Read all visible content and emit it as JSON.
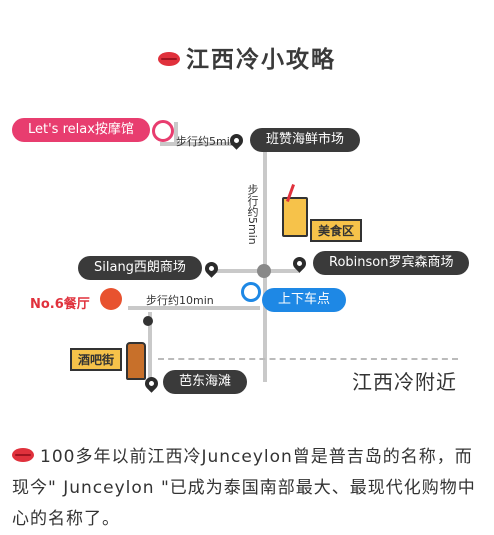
{
  "title": "江西冷小攻略",
  "map": {
    "letsrelax": "Let's relax按摩馆",
    "walk5_h": "步行约5min",
    "banzan": "班赞海鲜市场",
    "walk5_v": "步行约5min",
    "food": "美食区",
    "silang": "Silang西朗商场",
    "robinson": "Robinson罗宾森商场",
    "no6": "No.6餐厅",
    "walk10": "步行约10min",
    "stop": "上下车点",
    "bar": "酒吧街",
    "beach": "芭东海滩",
    "corner": "江西冷附近"
  },
  "paragraph": "100多年以前江西冷Junceylon曾是普吉岛的名称，而现今\" Junceylon \"已成为泰国南部最大、最现代化购物中心的名称了。",
  "colors": {
    "pink": "#e83d6f",
    "blue": "#1e88e5",
    "dark": "#3a3a3a",
    "red": "#e0313c"
  },
  "icons": [
    "lips-icon",
    "location-pin-icon",
    "drink-cup-icon",
    "restaurant-icon",
    "beer-bottle-icon"
  ]
}
